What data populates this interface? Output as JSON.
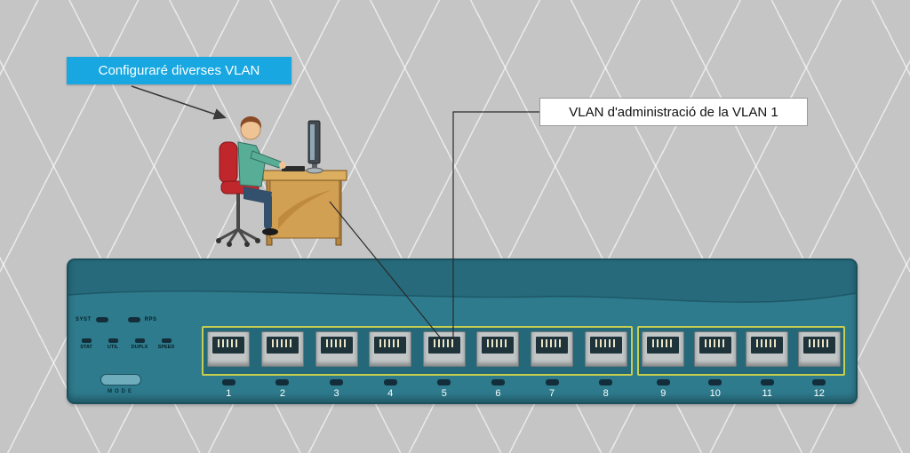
{
  "scene": {
    "background_color": "#c5c5c5",
    "grid_line_color": "#ffffff"
  },
  "callouts": {
    "config_label": "Configuraré diverses VLAN",
    "config_label_bg": "#18a7e1",
    "config_label_text_color": "#ffffff",
    "mgmt_label": "VLAN d'administració de la VLAN 1",
    "mgmt_label_bg": "#ffffff"
  },
  "switch": {
    "body_color": "#2e7b8d",
    "port_band_border_color": "#c8cf4e",
    "led_row1": [
      "SYST",
      "RPS"
    ],
    "led_row2": [
      "STAT",
      "UTIL",
      "DUPLX",
      "SPEED"
    ],
    "mode_button_label": "MODE",
    "port_groups": [
      [
        1,
        2,
        3,
        4,
        5,
        6,
        7,
        8
      ],
      [
        9,
        10,
        11,
        12
      ]
    ]
  }
}
